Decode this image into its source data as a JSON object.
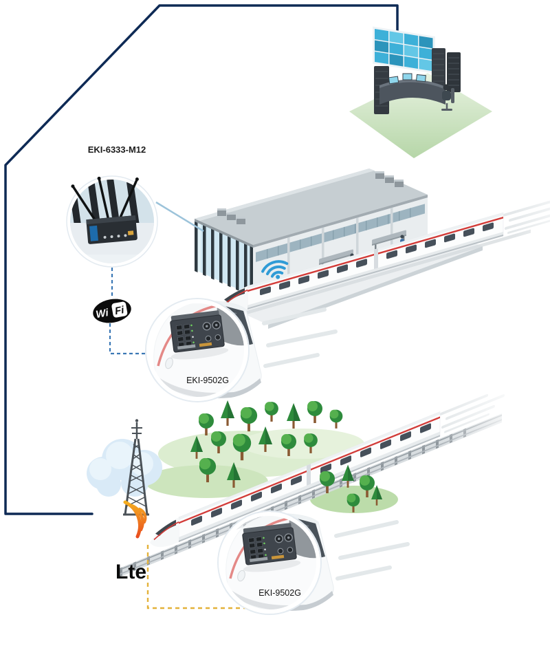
{
  "diagram": {
    "labels": {
      "access_point": "EKI-6333-M12",
      "wifi": {
        "wi": "Wi",
        "fi": "Fi"
      },
      "station_device": "EKI-9502G",
      "forest_device": "EKI-9502G",
      "lte": "Lte"
    },
    "colors": {
      "connection_line": "#0e2a55",
      "wifi_link": "#3b78b5",
      "lte_link": "#e3b23a",
      "wifi_signal": "#2f9bd6",
      "train_stripe": "#d23b38",
      "tree_green": "#2e8b3c",
      "cloud": "#d9eaf7",
      "floor_green": "#cfe4c1"
    },
    "icons": {
      "wifi_signal": "wifi-signal-icon",
      "wifi_badge": "wifi-badge",
      "lte_tower": "lte-tower-icon",
      "lte_signal": "lte-signal-icon",
      "cloud": "cloud-icon",
      "video_wall": "video-wall-icon",
      "server_rack": "server-rack-icon"
    }
  }
}
